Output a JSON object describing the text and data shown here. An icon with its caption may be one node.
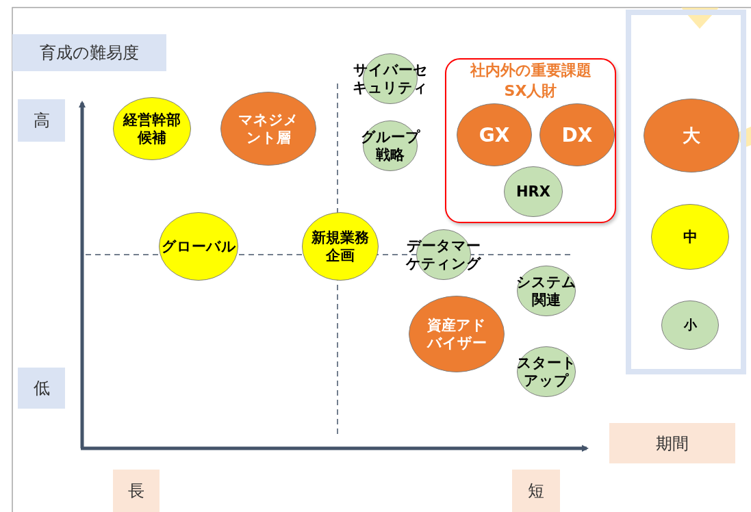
{
  "diagram": {
    "nodes": [
      {
        "text": [
          "経営幹部候補"
        ]
      },
      {
        "text": [
          "マネジメント層"
        ]
      },
      {
        "text": [
          "サイバーセキュリティ"
        ]
      },
      {
        "text": [
          "グループ戦略"
        ]
      },
      {
        "text": [
          "社内外の重要課題",
          "SX人財"
        ]
      },
      {
        "text": [
          "GX"
        ],
        "in": 4
      },
      {
        "text": [
          "DX"
        ],
        "in": 4
      },
      {
        "text": [
          "HRX"
        ],
        "in": 4
      },
      {
        "text": [],
        "shape": "box"
      },
      {
        "text": [
          "大"
        ],
        "in": 8
      },
      {
        "text": [
          "中"
        ],
        "in": 8
      },
      {
        "text": [
          "小"
        ],
        "in": 8
      },
      {
        "text": [
          "グローバル"
        ]
      },
      {
        "text": [
          "新規業務企画"
        ]
      },
      {
        "text": [
          "データマーケティング"
        ]
      },
      {
        "text": [
          "システム関連"
        ]
      },
      {
        "text": [
          "資産アドバイザー"
        ]
      },
      {
        "text": [
          "スタートアップ"
        ]
      }
    ],
    "labels": [
      "育成の難易度",
      "高",
      "低",
      "期間",
      "長",
      "短"
    ]
  }
}
